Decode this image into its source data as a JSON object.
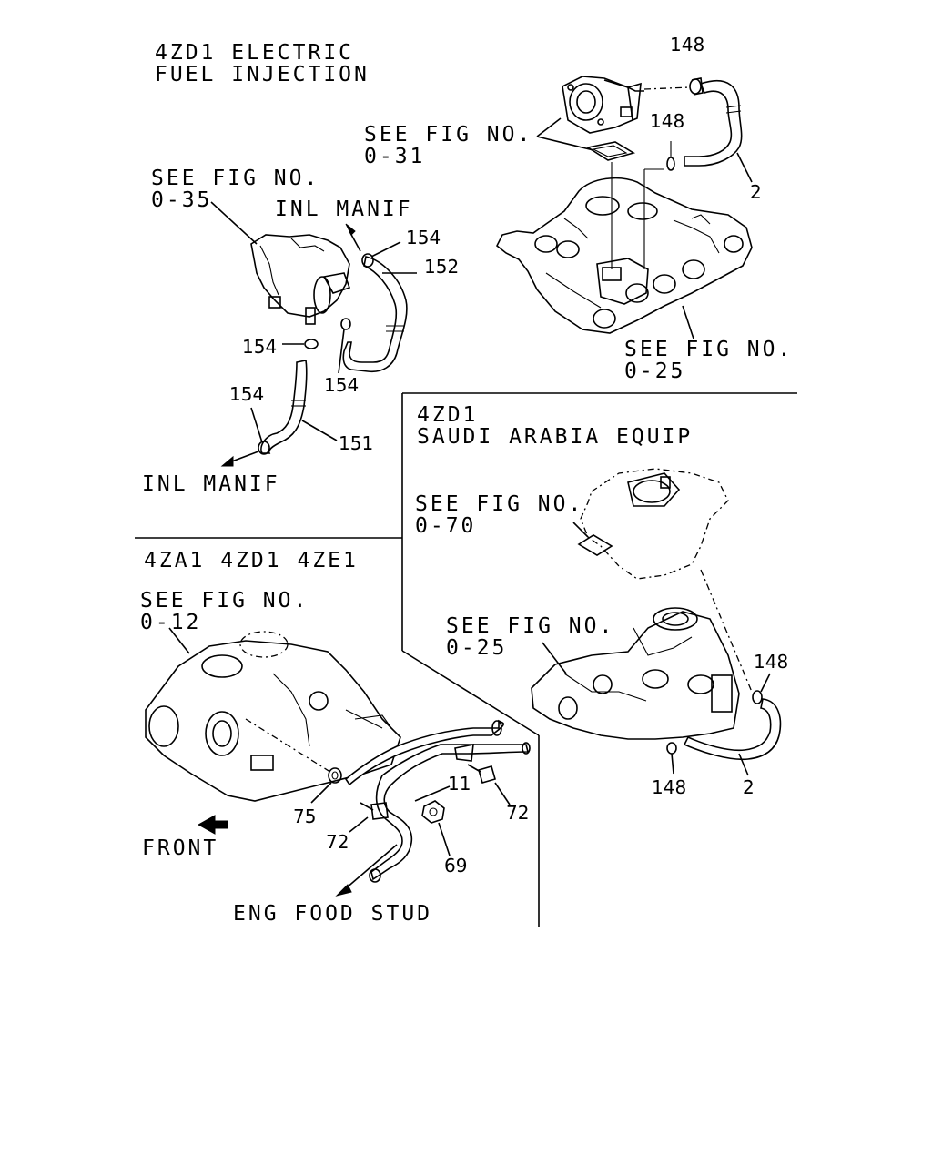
{
  "sections": {
    "efi": {
      "title_line1": "4ZD1 ELECTRIC",
      "title_line2": "FUEL INJECTION",
      "ref_a_line1": "SEE FIG NO.",
      "ref_a_line2": "0-31",
      "ref_b_line1": "SEE FIG NO.",
      "ref_b_line2": "0-35",
      "ref_c_line1": "SEE FIG NO.",
      "ref_c_line2": "0-25",
      "inl_manif_top": "INL MANIF",
      "inl_manif_bottom": "INL MANIF",
      "callouts": {
        "c148a": "148",
        "c148b": "148",
        "c2": "2",
        "c154a": "154",
        "c152": "152",
        "c154b": "154",
        "c154c": "154",
        "c154d": "154",
        "c151": "151"
      }
    },
    "saudi": {
      "title_line1": "4ZD1",
      "title_line2": "SAUDI ARABIA EQUIP",
      "ref_a_line1": "SEE FIG NO.",
      "ref_a_line2": "0-70",
      "ref_b_line1": "SEE FIG NO.",
      "ref_b_line2": "0-25",
      "callouts": {
        "c148a": "148",
        "c148b": "148",
        "c2": "2"
      }
    },
    "engine": {
      "title": "4ZA1 4ZD1 4ZE1",
      "ref_line1": "SEE FIG NO.",
      "ref_line2": "0-12",
      "front": "FRONT",
      "eng_stud": "ENG FOOD STUD",
      "callouts": {
        "c11": "11",
        "c72a": "72",
        "c75": "75",
        "c72b": "72",
        "c69": "69"
      }
    }
  }
}
